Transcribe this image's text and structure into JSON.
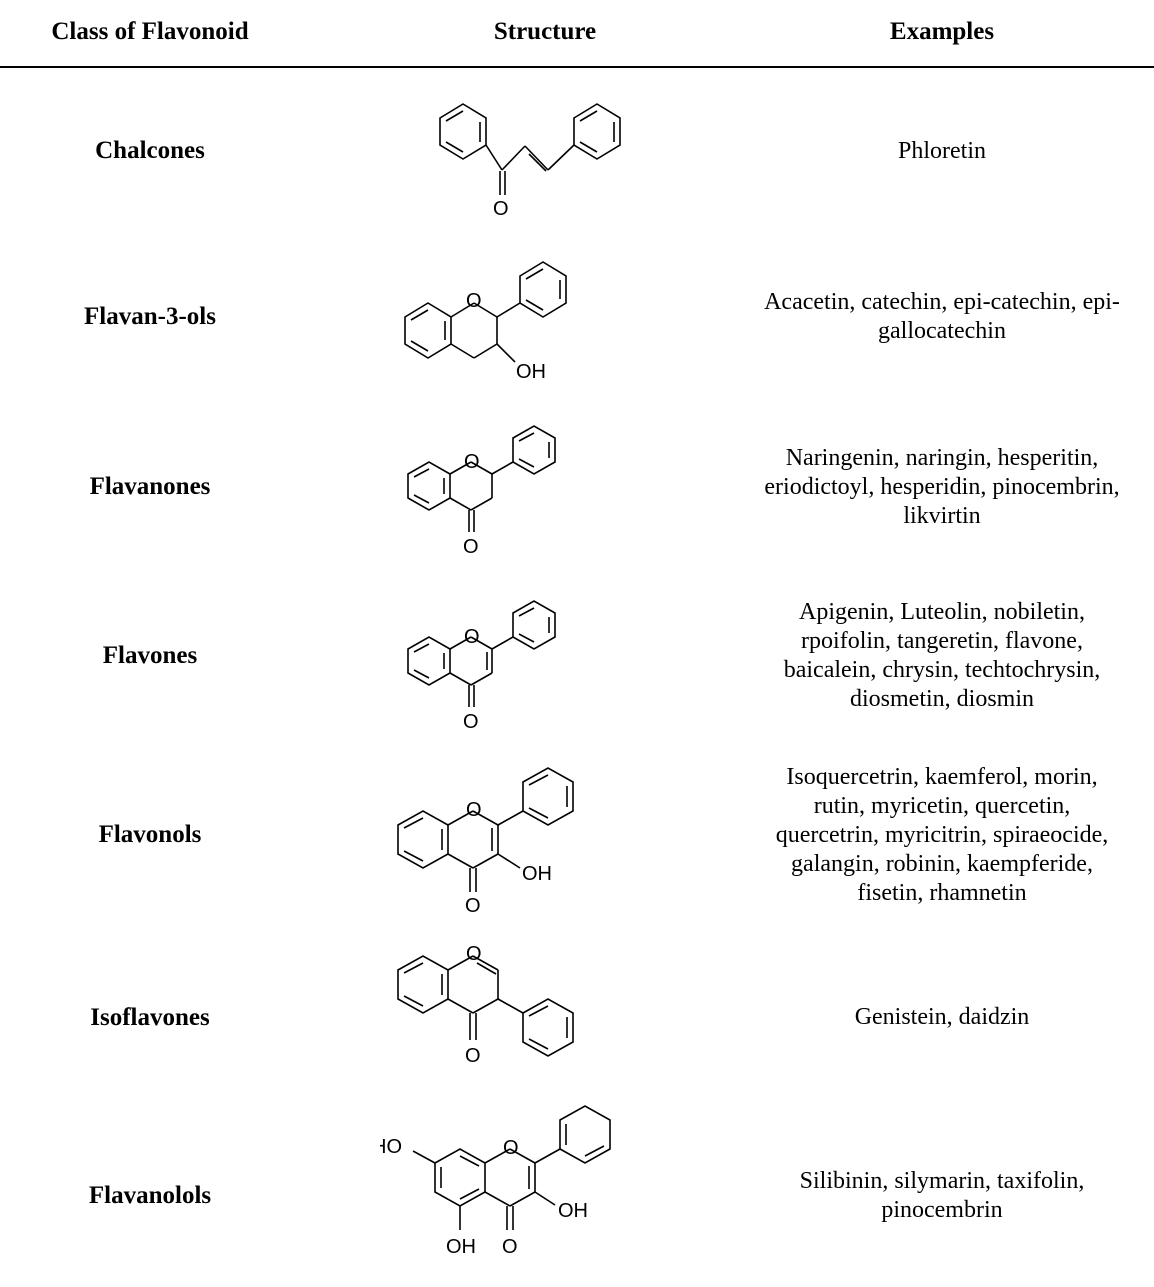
{
  "header": {
    "class_label": "Class of Flavonoid",
    "structure_label": "Structure",
    "examples_label": "Examples"
  },
  "rows": [
    {
      "class": "Chalcones",
      "examples": [
        "Phloretin"
      ],
      "atoms": {
        "o1": "O"
      }
    },
    {
      "class": "Flavan-3-ols",
      "examples": [
        "Acacetin, catechin, epi-catechin, epi-",
        "gallocatechin"
      ],
      "atoms": {
        "ring_o": "O",
        "oh": "OH"
      }
    },
    {
      "class": "Flavanones",
      "examples": [
        "Naringenin, naringin, hesperitin,",
        "eriodictoyl, hesperidin, pinocembrin,",
        "likvirtin"
      ],
      "atoms": {
        "ring_o": "O",
        "keto_o": "O"
      }
    },
    {
      "class": "Flavones",
      "examples": [
        "Apigenin, Luteolin, nobiletin,",
        "rpoifolin, tangeretin, flavone,",
        "baicalein, chrysin, techtochrysin,",
        "diosmetin, diosmin"
      ],
      "atoms": {
        "ring_o": "O",
        "keto_o": "O"
      }
    },
    {
      "class": "Flavonols",
      "examples": [
        "Isoquercetrin, kaemferol, morin,",
        "rutin, myricetin, quercetin,",
        "quercetrin, myricitrin, spiraeocide,",
        "galangin, robinin, kaempferide,",
        "fisetin, rhamnetin"
      ],
      "atoms": {
        "ring_o": "O",
        "oh": "OH",
        "keto_o": "O"
      }
    },
    {
      "class": "Isoflavones",
      "examples": [
        "Genistein, daidzin"
      ],
      "atoms": {
        "ring_o": "O",
        "keto_o": "O"
      }
    },
    {
      "class": "Flavanolols",
      "examples": [
        "Silibinin, silymarin, taxifolin,",
        "pinocembrin"
      ],
      "atoms": {
        "ho": "HO",
        "ring_o": "O",
        "oh3": "OH",
        "keto_o": "O",
        "oh5": "OH"
      }
    }
  ]
}
